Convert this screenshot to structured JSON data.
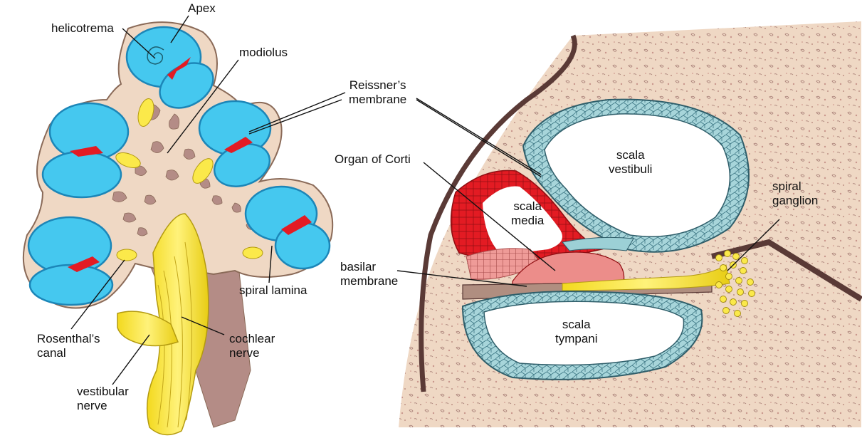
{
  "colors": {
    "tissue": "#efd8c4",
    "tissue_outline": "#8a6a58",
    "bone_speckle": "#a67c74",
    "bony_wall": "#5a3a36",
    "duct_blue": "#45c8ef",
    "duct_blue_dark": "#1c86b8",
    "cell_blue": "#9cd0d6",
    "nerve_yellow": "#fbe94a",
    "nerve_outline": "#b39a10",
    "corti_red": "#e31b23",
    "corti_pink": "#ef8a8a",
    "modiolus_mauve": "#b48c86"
  },
  "left_diagram": {
    "labels": {
      "apex": "Apex",
      "helicotrema": "helicotrema",
      "modiolus": "modiolus",
      "spiral_lamina": "spiral lamina",
      "rosenthals_canal": [
        "Rosenthal’s",
        "canal"
      ],
      "cochlear_nerve": [
        "cochlear",
        "nerve"
      ],
      "vestibular_nerve": [
        "vestibular",
        "nerve"
      ]
    }
  },
  "right_diagram": {
    "labels": {
      "reissners_membrane": [
        "Reissner’s",
        "membrane"
      ],
      "organ_of_corti": "Organ of Corti",
      "scala_vestibuli": [
        "scala",
        "vestibuli"
      ],
      "scala_media": [
        "scala",
        "media"
      ],
      "spiral_ganglion": [
        "spiral",
        "ganglion"
      ],
      "basilar_membrane": [
        "basilar",
        "membrane"
      ],
      "scala_tympani": [
        "scala",
        "tympani"
      ]
    }
  }
}
